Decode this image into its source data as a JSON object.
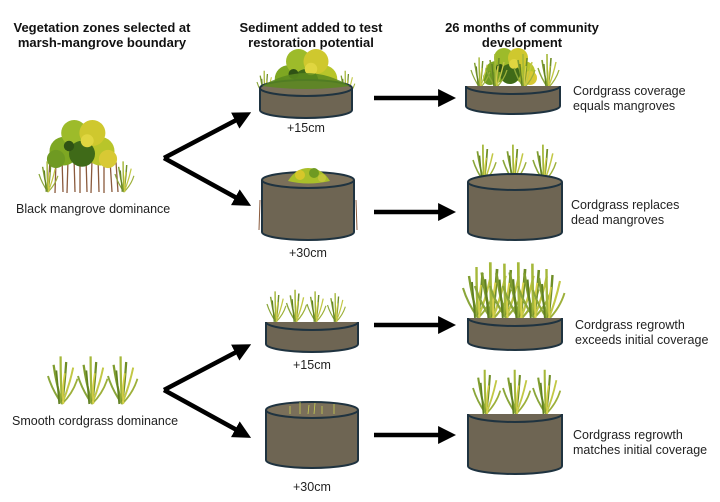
{
  "headers": {
    "col1": [
      "Vegetation zones selected at",
      "marsh-mangrove boundary"
    ],
    "col2": [
      "Sediment added to test",
      "restoration potential"
    ],
    "col3": [
      "26 months of community",
      "development"
    ]
  },
  "zones": [
    {
      "label": "Black mangrove dominance",
      "icon": "mangrove-shrub-icon",
      "treatments": [
        {
          "sediment": "+15cm",
          "initial": "mangrove-in-short-pot",
          "outcome_icon": "mixed-mangrove-cordgrass-pot",
          "outcome": [
            "Cordgrass coverage",
            "equals mangroves"
          ]
        },
        {
          "sediment": "+30cm",
          "initial": "mangrove-buried-in-tall-pot",
          "outcome_icon": "cordgrass-clumps-in-tall-pot",
          "outcome": [
            "Cordgrass replaces",
            "dead mangroves"
          ]
        }
      ]
    },
    {
      "label": "Smooth cordgrass dominance",
      "icon": "cordgrass-clumps-icon",
      "treatments": [
        {
          "sediment": "+15cm",
          "initial": "cordgrass-in-short-pot",
          "outcome_icon": "dense-cordgrass-short-pot",
          "outcome": [
            "Cordgrass regrowth",
            "exceeds initial coverage"
          ]
        },
        {
          "sediment": "+30cm",
          "initial": "cordgrass-buried-in-tall-pot",
          "outcome_icon": "cordgrass-clumps-in-tall-pot",
          "outcome": [
            "Cordgrass regrowth",
            "matches initial coverage"
          ]
        }
      ]
    }
  ],
  "colors": {
    "pot_fill": "#6e6553",
    "pot_stroke": "#1f3340",
    "pot_top": "#7a6f5a",
    "leaf_dark": "#4e7a1e",
    "leaf_light": "#b9c92a",
    "leaf_yellow": "#d6c72a",
    "grass": "#8aa63a",
    "grass_light": "#c7cf52",
    "root": "#8a5a3c",
    "arrow": "#000000"
  }
}
